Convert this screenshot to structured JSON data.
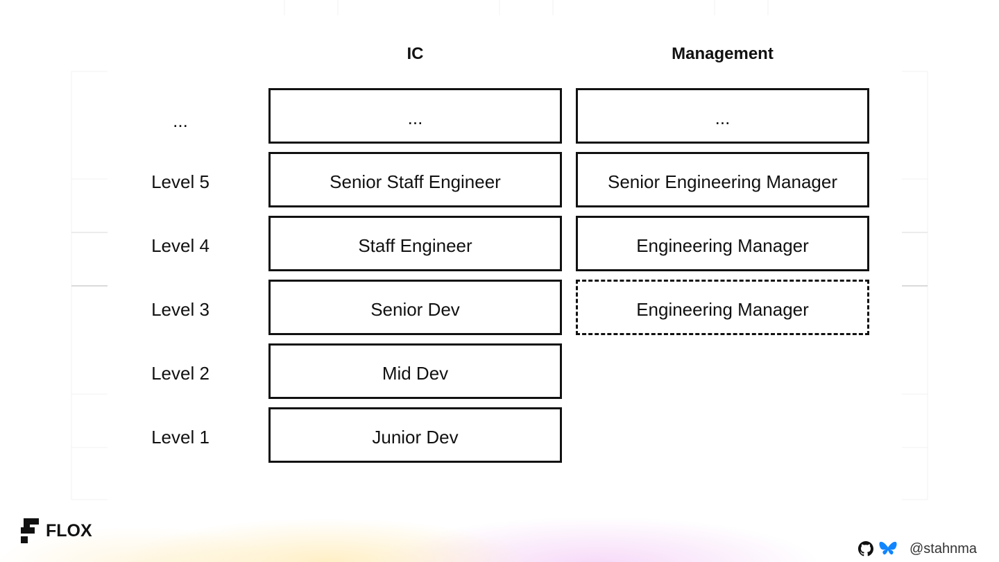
{
  "headers": {
    "ic": "IC",
    "management": "Management"
  },
  "levels": [
    "...",
    "Level 5",
    "Level 4",
    "Level 3",
    "Level 2",
    "Level 1"
  ],
  "ic_roles": [
    "...",
    "Senior Staff Engineer",
    "Staff Engineer",
    "Senior Dev",
    "Mid Dev",
    "Junior Dev"
  ],
  "management_roles": [
    "...",
    "Senior Engineering Manager",
    "Engineering Manager",
    "Engineering Manager"
  ],
  "footer": {
    "logo_text": "FLOX",
    "handle": "@stahnma"
  },
  "icons": [
    "flox-logo-icon",
    "github-icon",
    "bluesky-butterfly-icon"
  ],
  "colors": {
    "border": "#111111",
    "bluesky": "#1185fe"
  }
}
